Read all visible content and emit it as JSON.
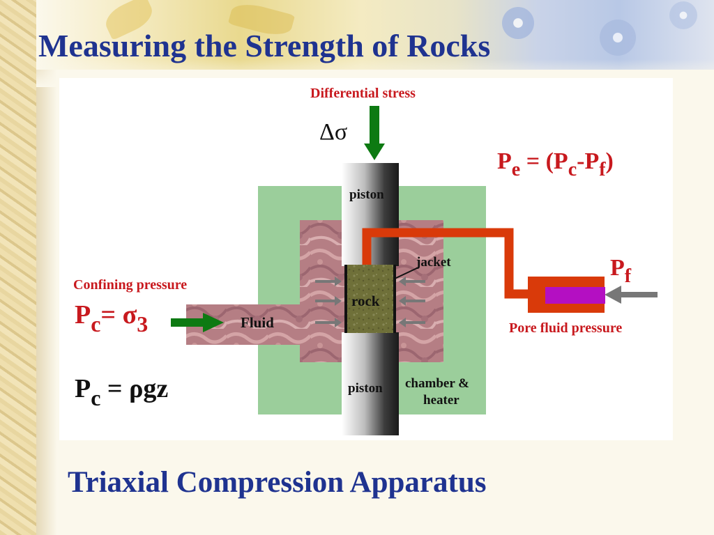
{
  "slide": {
    "title": "Measuring the Strength of Rocks",
    "subtitle": "Triaxial Compression Apparatus"
  },
  "diagram": {
    "differential_stress_label": "Differential stress",
    "delta_sigma": "Δσ",
    "effective_pressure": {
      "p": "P",
      "e": "e",
      "eq": " = (P",
      "c": "c",
      "minus": "-P",
      "f": "f",
      "close": ")"
    },
    "upper_piston_label": "piston",
    "lower_piston_label": "piston",
    "jacket_label": "jacket",
    "rock_label": "rock",
    "pore_pressure_symbol": {
      "p": "P",
      "f": "f"
    },
    "pore_fluid_label": "Pore fluid pressure",
    "confining_label": "Confining pressure",
    "confining_eq": {
      "p": "P",
      "c": "c",
      "eq": "= σ",
      "three": "3"
    },
    "fluid_label": "Fluid",
    "lithostatic_eq": {
      "p": "P",
      "c": "c",
      "eq": " = ρgz"
    },
    "chamber_label_line1": "chamber &",
    "chamber_label_line2": "heater"
  },
  "colors": {
    "title_blue": "#1f3390",
    "label_red": "#c8191e",
    "chamber_green": "#9bce9b",
    "fluid_pink": "#b57e84",
    "pore_line_orange": "#d93a0a",
    "arrow_green": "#0d7a12",
    "rock_olive": "#6f7039",
    "pore_piston_purple": "#b40fc2"
  }
}
